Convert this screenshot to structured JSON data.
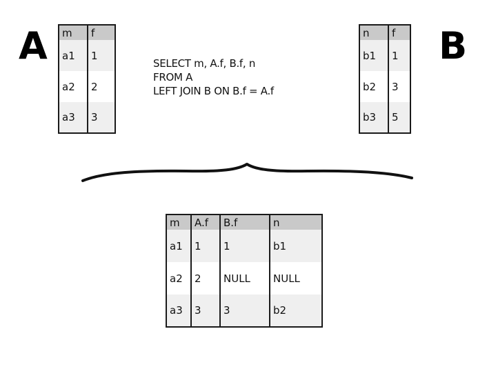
{
  "labels": {
    "left_table": "A",
    "right_table": "B"
  },
  "table_a": {
    "headers": [
      "m",
      "f"
    ],
    "rows": [
      [
        "a1",
        "1"
      ],
      [
        "a2",
        "2"
      ],
      [
        "a3",
        "3"
      ]
    ]
  },
  "table_b": {
    "headers": [
      "n",
      "f"
    ],
    "rows": [
      [
        "b1",
        "1"
      ],
      [
        "b2",
        "3"
      ],
      [
        "b3",
        "5"
      ]
    ]
  },
  "query": {
    "line1": "SELECT m, A.f, B.f, n",
    "line2": "FROM A",
    "line3": "LEFT JOIN B ON B.f = A.f"
  },
  "result": {
    "headers": [
      "m",
      "A.f",
      "B.f",
      "n"
    ],
    "rows": [
      [
        "a1",
        "1",
        "1",
        "b1"
      ],
      [
        "a2",
        "2",
        "NULL",
        "NULL"
      ],
      [
        "a3",
        "3",
        "3",
        "b2"
      ]
    ]
  }
}
